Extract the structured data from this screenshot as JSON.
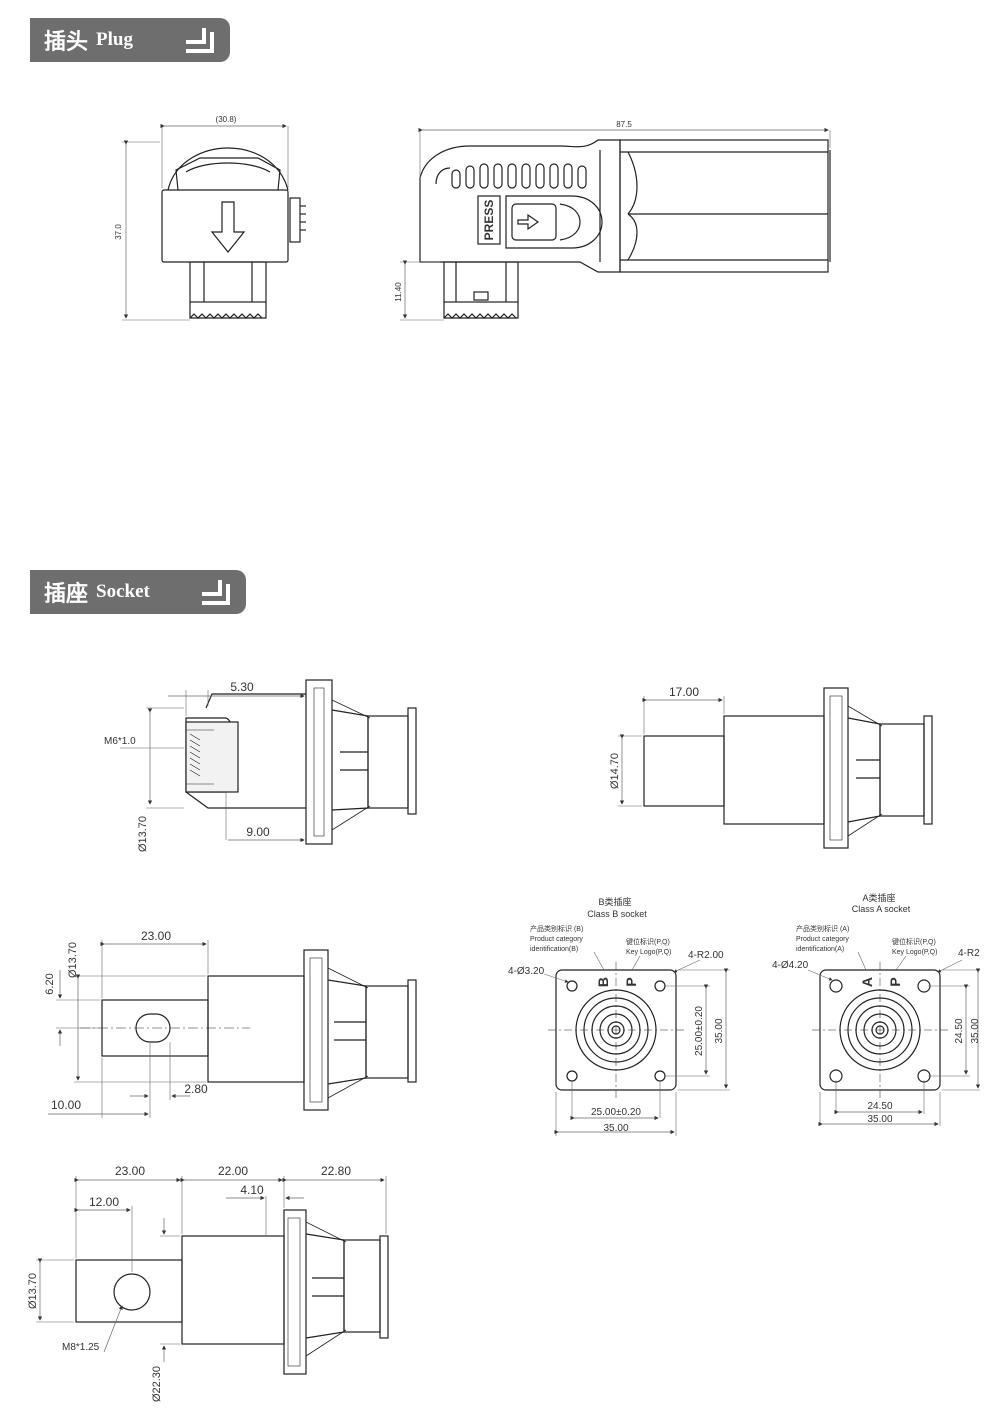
{
  "sections": {
    "plug": {
      "title_cn": "插头",
      "title_en": "Plug"
    },
    "socket": {
      "title_cn": "插座",
      "title_en": "Socket"
    }
  },
  "plug_views": {
    "front": {
      "width_dim": "(30.8)",
      "height_dim": "37.0"
    },
    "side": {
      "length_dim": "87.5",
      "pin_dim": "11.40",
      "press_label": "PRESS"
    }
  },
  "socket_views": {
    "v1": {
      "d_5_30": "5.30",
      "thread": "M6*1.0",
      "d_13_70": "Ø13.70",
      "d_9_00": "9.00"
    },
    "v2": {
      "d_17_00": "17.00",
      "d_14_70": "Ø14.70"
    },
    "v3": {
      "d_23_00": "23.00",
      "d_6_20": "6.20",
      "d_13_70": "Ø13.70",
      "d_10_00": "10.00",
      "d_2_80": "2.80"
    },
    "v4": {
      "d_23_00": "23.00",
      "d_22_00": "22.00",
      "d_22_80": "22.80",
      "d_12_00": "12.00",
      "d_4_10": "4.10",
      "d_13_70": "Ø13.70",
      "thread": "M8*1.25",
      "d_22_30": "Ø22.30"
    }
  },
  "class_b": {
    "title_cn": "B类插座",
    "title_en": "Class B socket",
    "cat_cn": "产品类别标识 (B)",
    "cat_en1": "Product category",
    "cat_en2": "identification(B)",
    "key_cn": "键位标识(P,Q)",
    "key_en": "Key Logo(P,Q)",
    "holes": "4-Ø3.20",
    "radius": "4-R2.00",
    "letter1": "B",
    "letter2": "P",
    "dim_h_inner": "25.00±0.20",
    "dim_h_outer": "35.00",
    "dim_v_inner": "25.00±0.20",
    "dim_v_outer": "35.00"
  },
  "class_a": {
    "title_cn": "A类插座",
    "title_en": "Class A socket",
    "cat_cn": "产品类别标识 (A)",
    "cat_en1": "Product category",
    "cat_en2": "identification(A)",
    "key_cn": "键位标识(P,Q)",
    "key_en": "Key Logo(P,Q)",
    "holes": "4-Ø4.20",
    "radius": "4-R2",
    "letter1": "A",
    "letter2": "P",
    "dim_h_inner": "24.50",
    "dim_h_outer": "35.00",
    "dim_v_inner": "24.50",
    "dim_v_outer": "35.00"
  }
}
